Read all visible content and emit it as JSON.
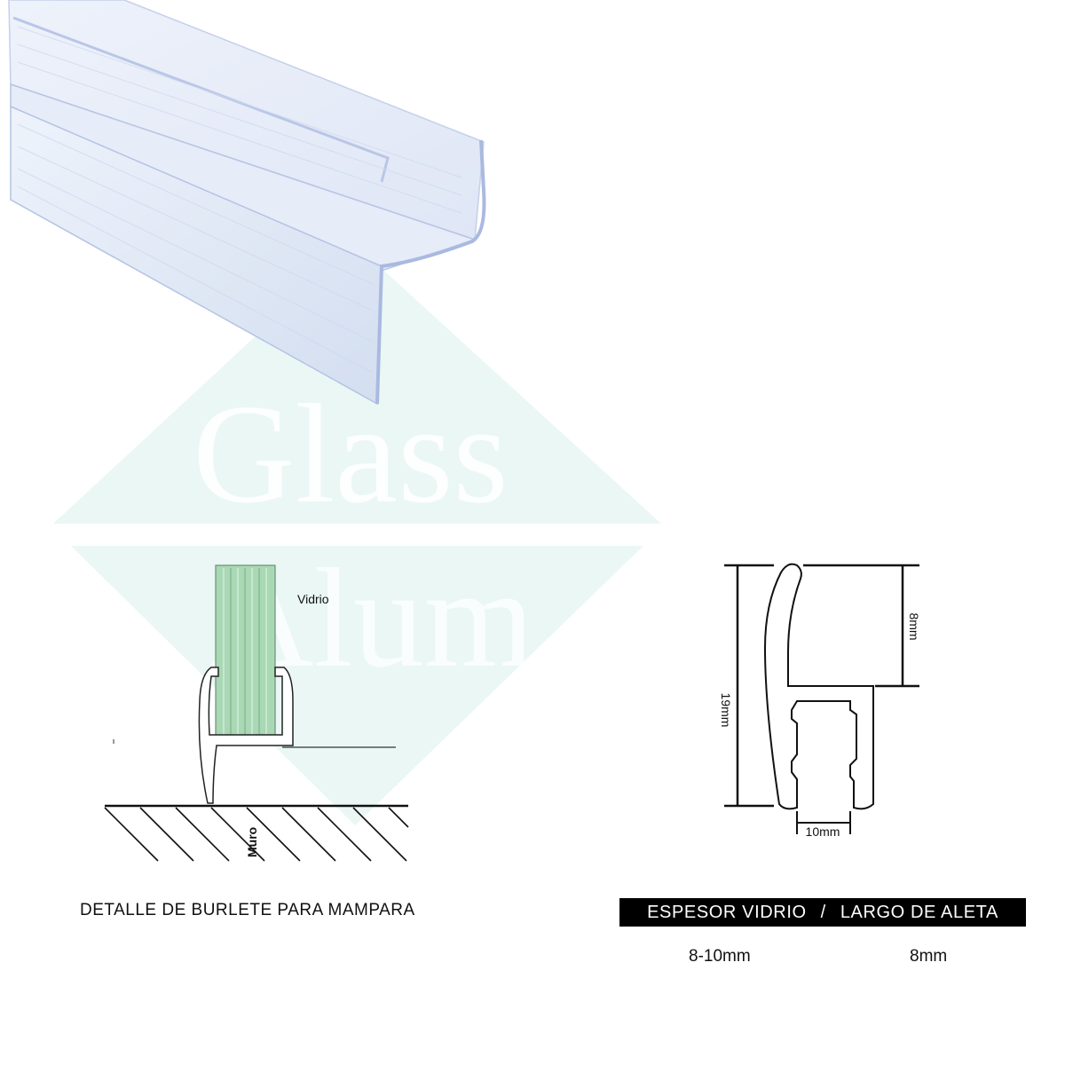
{
  "watermark": {
    "text_line1": "Glass",
    "text_line2": "Alum",
    "color": "#d9f0ec"
  },
  "product_photo": {
    "subject": "clear PVC shower door seal strip",
    "tint": "#c9d6ee"
  },
  "detail_diagram": {
    "glass_label": "Vidrio",
    "wall_label": "Muro",
    "caption": "DETALLE DE BURLETE PARA MAMPARA",
    "glass_color": "#a8d8b4"
  },
  "profile_diagram": {
    "height_label": "19mm",
    "fin_label": "8mm",
    "width_label": "10mm"
  },
  "specs": {
    "header_left": "ESPESOR VIDRIO",
    "header_separator": "/",
    "header_right": "LARGO DE ALETA",
    "value_left": "8-10mm",
    "value_right": "8mm"
  }
}
